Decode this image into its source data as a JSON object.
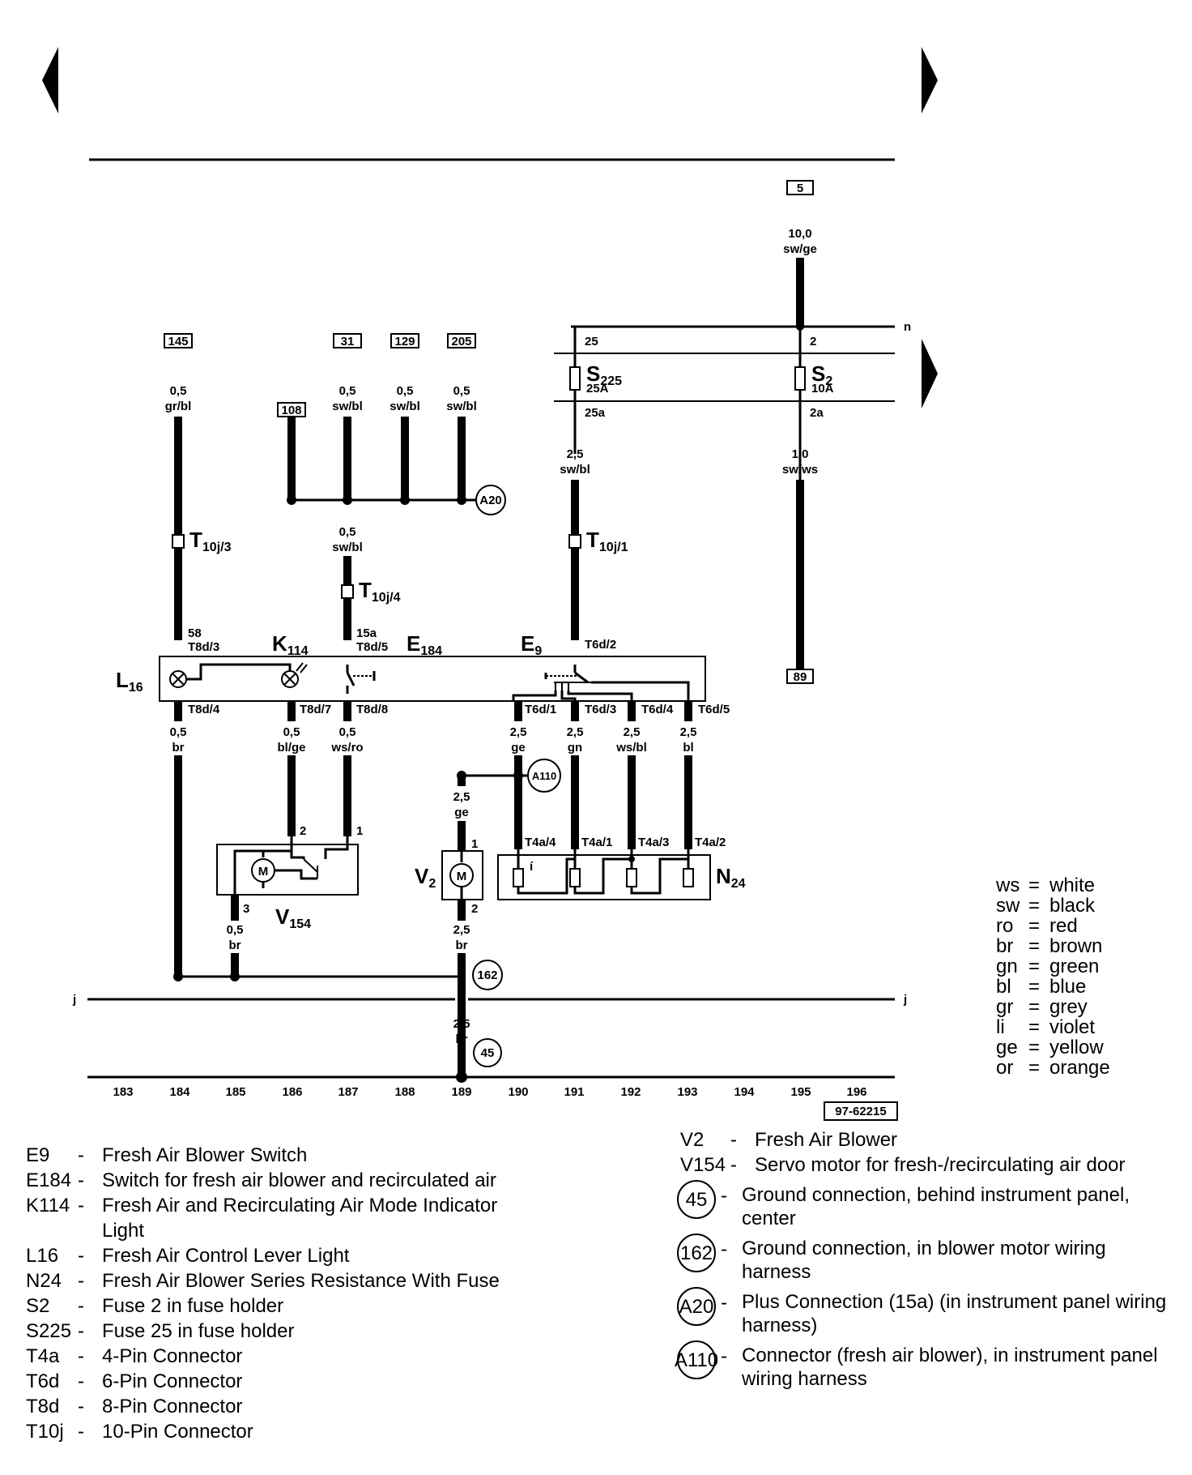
{
  "page_ref": "97-62215",
  "top_arrows": [
    "◀",
    "▶"
  ],
  "terminals": {
    "t5": "5",
    "t145": "145",
    "t31": "31",
    "t129": "129",
    "t205": "205",
    "t108": "108",
    "t89": "89"
  },
  "wires": {
    "w5": [
      "10,0",
      "sw/ge"
    ],
    "w145": [
      "0,5",
      "gr/bl"
    ],
    "w31": [
      "0,5",
      "sw/bl"
    ],
    "w129": [
      "0,5",
      "sw/bl"
    ],
    "w205": [
      "0,5",
      "sw/bl"
    ],
    "wk": [
      "0,5",
      "sw/bl"
    ],
    "ws225": [
      "2,5",
      "sw/bl"
    ],
    "ws2": [
      "1,0",
      "sw/ws"
    ],
    "w184": [
      "0,5",
      "br"
    ],
    "w186": [
      "0,5",
      "bl/ge"
    ],
    "w187": [
      "0,5",
      "ws/ro"
    ],
    "w190": [
      "2,5",
      "ge"
    ],
    "w191": [
      "2,5",
      "gn"
    ],
    "w192": [
      "2,5",
      "ws/bl"
    ],
    "w193": [
      "2,5",
      "bl"
    ],
    "wv2": [
      "2,5",
      "ge"
    ],
    "wv154": [
      "0,5",
      "br"
    ],
    "wv2b": [
      "2,5",
      "br"
    ],
    "wgnd": [
      "2,5",
      "br"
    ]
  },
  "pins": {
    "p25": "25",
    "p2": "2",
    "p25a": "25a",
    "p2a": "2a",
    "p58": "58",
    "p15a": "15a",
    "t8d3": "T8d/3",
    "t8d5": "T8d/5",
    "t6d2": "T6d/2",
    "t8d4": "T8d/4",
    "t8d7": "T8d/7",
    "t8d8": "T8d/8",
    "t6d1": "T6d/1",
    "t6d3": "T6d/3",
    "t6d4": "T6d/4",
    "t6d5": "T6d/5",
    "t4a4": "T4a/4",
    "t4a1": "T4a/1",
    "t4a3": "T4a/3",
    "t4a2": "T4a/2",
    "v154p2": "2",
    "v154p1": "1",
    "v154p3": "3",
    "v2p1": "1",
    "v2p2": "2"
  },
  "connectors": {
    "t10j3": [
      "T",
      "10j/3"
    ],
    "t10j4": [
      "T",
      "10j/4"
    ],
    "t10j1": [
      "T",
      "10j/1"
    ]
  },
  "components": {
    "s225": [
      "S",
      "225"
    ],
    "s225a": "25A",
    "s2": [
      "S",
      "2"
    ],
    "s2a": "10A",
    "l16": [
      "L",
      "16"
    ],
    "k114": [
      "K",
      "114"
    ],
    "e184": [
      "E",
      "184"
    ],
    "e9": [
      "E",
      "9"
    ],
    "v154": [
      "V",
      "154"
    ],
    "v2": [
      "V",
      "2"
    ],
    "n24": [
      "N",
      "24"
    ],
    "motor": "M",
    "n24_inner": "í"
  },
  "nodes": {
    "a20": "A20",
    "a110": "A110",
    "g162": "162",
    "g45": "45"
  },
  "bus_labels": {
    "n": "n",
    "j_left": "j",
    "j_right": "j"
  },
  "scale": [
    "183",
    "184",
    "185",
    "186",
    "187",
    "188",
    "189",
    "190",
    "191",
    "192",
    "193",
    "194",
    "195",
    "196"
  ],
  "color_codes": [
    {
      "code": "ws",
      "name": "white"
    },
    {
      "code": "sw",
      "name": "black"
    },
    {
      "code": "ro",
      "name": "red"
    },
    {
      "code": "br",
      "name": "brown"
    },
    {
      "code": "gn",
      "name": "green"
    },
    {
      "code": "bl",
      "name": "blue"
    },
    {
      "code": "gr",
      "name": "grey"
    },
    {
      "code": "li",
      "name": "violet"
    },
    {
      "code": "ge",
      "name": "yellow"
    },
    {
      "code": "or",
      "name": "orange"
    }
  ],
  "legend_left": [
    {
      "code": "E9",
      "desc": "Fresh Air Blower Switch"
    },
    {
      "code": "E184",
      "desc": "Switch for fresh air blower and recirculated air"
    },
    {
      "code": "K114",
      "desc": "Fresh Air and Recirculating Air Mode Indicator Light"
    },
    {
      "code": "L16",
      "desc": "Fresh Air Control Lever Light"
    },
    {
      "code": "N24",
      "desc": "Fresh Air Blower Series Resistance With Fuse"
    },
    {
      "code": "S2",
      "desc": "Fuse 2 in fuse holder"
    },
    {
      "code": "S225",
      "desc": "Fuse 25 in fuse holder"
    },
    {
      "code": "T4a",
      "desc": "4-Pin Connector"
    },
    {
      "code": "T6d",
      "desc": "6-Pin Connector"
    },
    {
      "code": "T8d",
      "desc": "8-Pin Connector"
    },
    {
      "code": "T10j",
      "desc": "10-Pin Connector"
    }
  ],
  "legend_right": [
    {
      "code": "V2",
      "desc": "Fresh Air Blower"
    },
    {
      "code": "V154",
      "desc": "Servo motor for fresh-/recirculating air door"
    }
  ],
  "legend_circles": [
    {
      "code": "45",
      "desc": "Ground connection, behind instrument panel, center"
    },
    {
      "code": "162",
      "desc": "Ground connection, in blower motor wiring harness"
    },
    {
      "code": "A20",
      "desc": "Plus Connection (15a) (in instrument panel wiring harness)"
    },
    {
      "code": "A110",
      "desc": "Connector (fresh air blower), in instrument panel wiring harness"
    }
  ]
}
